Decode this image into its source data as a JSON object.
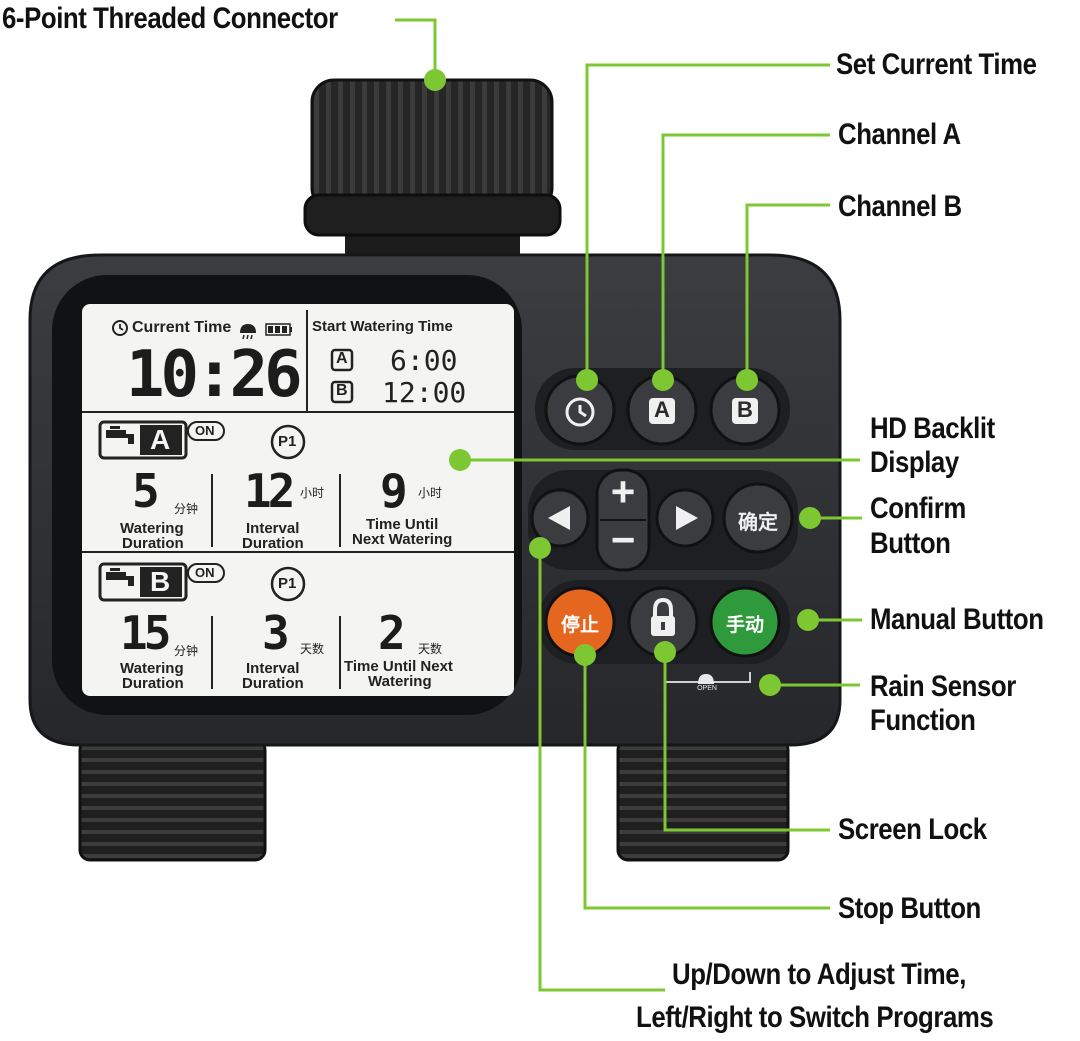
{
  "callouts": {
    "connector": "6-Point Threaded Connector",
    "set_time": "Set Current Time",
    "channel_a": "Channel A",
    "channel_b": "Channel B",
    "backlit_1": "HD Backlit",
    "backlit_2": "Display",
    "confirm_1": "Confirm",
    "confirm_2": "Button",
    "manual": "Manual Button",
    "rain_1": "Rain Sensor",
    "rain_2": "Function",
    "screen_lock": "Screen Lock",
    "stop": "Stop Button",
    "adjust_1": "Up/Down to Adjust Time,",
    "adjust_2": "Left/Right to Switch Programs"
  },
  "lcd": {
    "current_time_label": "Current Time",
    "current_time": "10:26",
    "start_label": "Start Watering Time",
    "a_letter": "A",
    "b_letter": "B",
    "start_a": "6:00",
    "start_b": "12:00",
    "on": "ON",
    "p1": "P1",
    "ch_a": {
      "duration": "5",
      "duration_unit": "分钟",
      "interval": "12",
      "interval_unit": "小时",
      "next": "9",
      "next_unit": "小时",
      "duration_label_1": "Watering",
      "duration_label_2": "Duration",
      "interval_label_1": "Interval",
      "interval_label_2": "Duration",
      "next_label_1": "Time Until",
      "next_label_2": "Next Watering"
    },
    "ch_b": {
      "duration": "15",
      "duration_unit": "分钟",
      "interval": "3",
      "interval_unit": "天数",
      "next": "2",
      "next_unit": "天数",
      "duration_label_1": "Watering",
      "duration_label_2": "Duration",
      "interval_label_1": "Interval",
      "interval_label_2": "Duration",
      "next_label_1": "Time Until Next",
      "next_label_2": "Watering"
    }
  },
  "buttons": {
    "a": "A",
    "b": "B",
    "plus": "+",
    "minus": "−",
    "confirm": "确定",
    "stop": "停止",
    "manual": "手动",
    "open": "OPEN"
  },
  "colors": {
    "leader": "#7dc832",
    "body": "#2b2d30",
    "lcd": "#f4f4f2",
    "stop": "#e4661f",
    "manual": "#2f9a3c"
  },
  "icons": [
    "clock-icon",
    "rain-cloud-icon",
    "battery-icon",
    "faucet-icon",
    "lock-icon",
    "left-arrow-icon",
    "right-arrow-icon"
  ]
}
